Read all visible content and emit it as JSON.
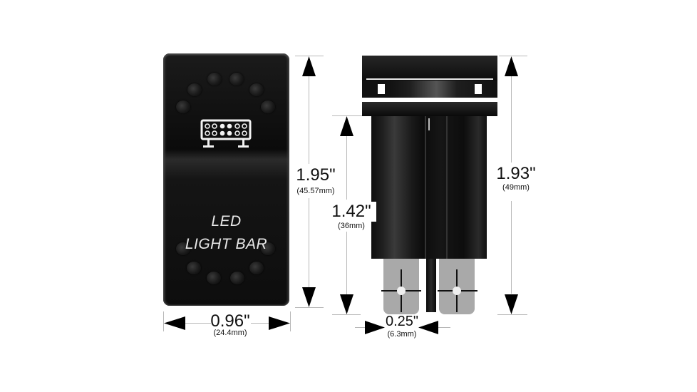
{
  "diagram": {
    "subject": "Rocker switch dimensional drawing",
    "front_view": {
      "label_line1": "LED",
      "label_line2": "LIGHT BAR",
      "icon": "led-light-bar-icon",
      "width_dimension": {
        "inches": "0.96\"",
        "mm": "(24.4mm)"
      },
      "height_dimension": {
        "inches": "1.95\"",
        "mm": "(45.57mm)"
      }
    },
    "side_view": {
      "body_height_dimension": {
        "inches": "1.42\"",
        "mm": "(36mm)"
      },
      "total_height_dimension": {
        "inches": "1.93\"",
        "mm": "(49mm)"
      },
      "terminal_width_dimension": {
        "inches": "0.25\"",
        "mm": "(6.3mm)"
      }
    },
    "colors": {
      "background": "#ffffff",
      "switch_body": "#111111",
      "label_text": "#e8e8e8",
      "terminals": "#a9a9a9",
      "dimension_lines": "#b8b8b8",
      "arrows": "#000000"
    }
  }
}
